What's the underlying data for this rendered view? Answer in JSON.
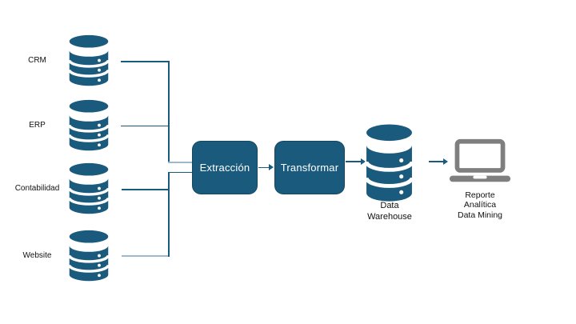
{
  "diagram": {
    "sources": [
      {
        "label": "CRM"
      },
      {
        "label": "ERP"
      },
      {
        "label": "Contabilidad"
      },
      {
        "label": "Website"
      }
    ],
    "stages": [
      {
        "label": "Extracción"
      },
      {
        "label": "Transformar"
      }
    ],
    "warehouse": {
      "label_lines": [
        "Data",
        "Warehouse"
      ]
    },
    "output": {
      "lines": [
        "Reporte",
        "Analítica",
        "Data Mining"
      ]
    },
    "icons": {
      "sources": "database-cylinder-icon",
      "warehouse": "database-cylinder-icon",
      "output": "laptop-icon"
    },
    "colors": {
      "teal": "#1A5A7C",
      "light_line": "#9FB9CC",
      "laptop_gray": "#7F7F7F",
      "text": "#111111",
      "background": "#FFFFFF"
    }
  }
}
